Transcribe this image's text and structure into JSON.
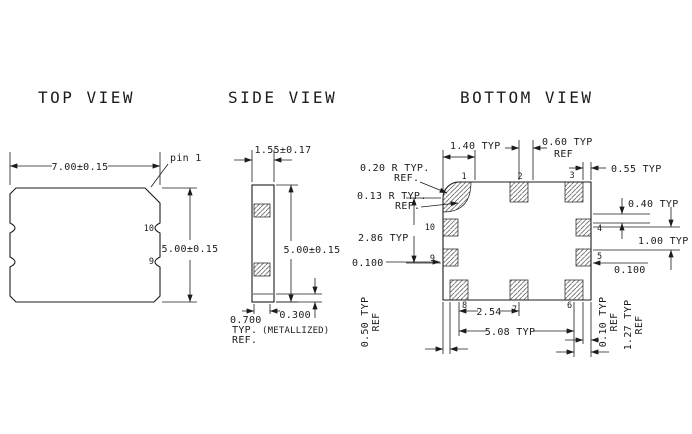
{
  "colors": {
    "line": "#1c1c1c",
    "background": "#ffffff",
    "hatch": "#6e6e6e"
  },
  "top_view": {
    "title": "TOP VIEW",
    "width_dim": "7.00±0.15",
    "height_dim": "5.00±0.15",
    "pin1_label": "pin 1",
    "pin10": "10",
    "pin9": "9"
  },
  "side_view": {
    "title": "SIDE VIEW",
    "thickness_dim": "1.55±0.17",
    "height_dim": "5.00±0.15",
    "metallization_height_dim": "0.300",
    "castellation_width_dim": "0.700",
    "typ": "TYP.",
    "ref": "REF.",
    "metallized_note": "(METALLIZED)"
  },
  "bottom_view": {
    "title": "BOTTOM VIEW",
    "dim_1_40": "1.40 TYP",
    "dim_0_60": "0.60 TYP",
    "dim_0_60_ref": "REF",
    "dim_0_55": "0.55 TYP",
    "radius_0_20": "0.20 R TYP.",
    "radius_0_20_ref": "REF.",
    "radius_0_13": "0.13 R TYP.",
    "radius_0_13_ref": "REF.",
    "dim_2_86": "2.86 TYP",
    "dim_0_100_left": "0.100",
    "dim_0_40": "0.40 TYP",
    "dim_1_00": "1.00 TYP",
    "dim_0_100_right": "0.100",
    "dim_2_54": "2.54",
    "dim_5_08": "5.08 TYP",
    "dim_0_50": "0.50 TYP",
    "dim_0_50_ref": "REF",
    "dim_0_10": "0.10 TYP",
    "dim_0_10_ref": "REF",
    "dim_1_27": "1.27 TYP",
    "dim_1_27_ref": "REF",
    "pins": {
      "p1": "1",
      "p2": "2",
      "p3": "3",
      "p4": "4",
      "p5": "5",
      "p6": "6",
      "p7": "7",
      "p8": "8",
      "p9": "9",
      "p10": "10"
    }
  }
}
